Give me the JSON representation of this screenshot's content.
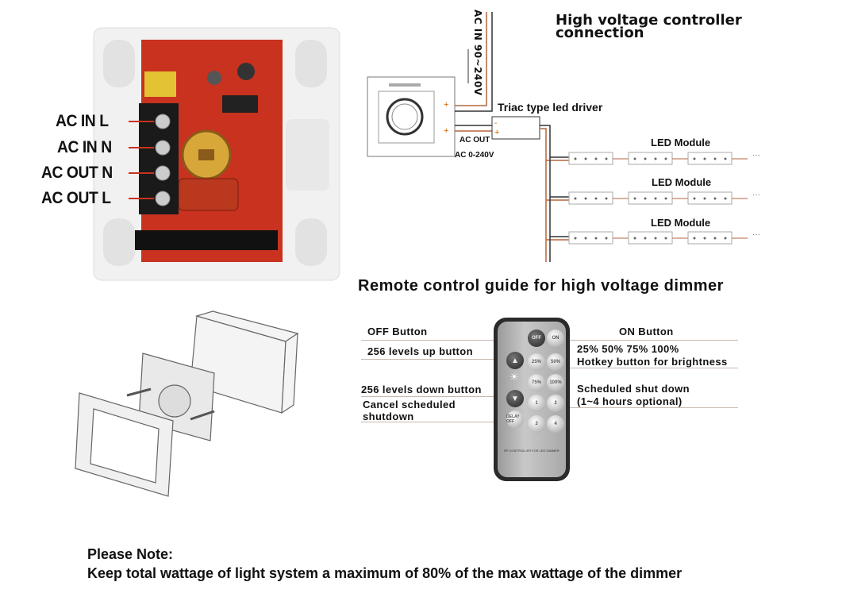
{
  "pcb": {
    "labels": [
      "AC IN L",
      "AC IN N",
      "AC OUT N",
      "AC OUT L"
    ]
  },
  "wiring": {
    "title_line1": "High voltage controller",
    "title_line2": "connection",
    "ac_in": "AC IN 90~240V",
    "driver": "Triac type led driver",
    "ac_out": "AC OUT",
    "ac_out_range": "AC 0-240V",
    "led_modules": [
      "LED Module",
      "LED Module",
      "LED Module"
    ],
    "ellipsis": "···"
  },
  "remote_guide": {
    "heading": "Remote control guide for high voltage dimmer",
    "left_labels": {
      "off": "OFF Button",
      "up": "256 levels up button",
      "down": "256 levels down button",
      "cancel_1": "Cancel scheduled",
      "cancel_2": "shutdown"
    },
    "right_labels": {
      "on": "ON Button",
      "hotkey_1": "25% 50% 75% 100%",
      "hotkey_2": "Hotkey button for brightness",
      "sched_1": "Scheduled  shut  down",
      "sched_2": "(1~4 hours optional)"
    },
    "remote": {
      "off": "OFF",
      "on": "ON",
      "p25": "25%",
      "p50": "50%",
      "p75": "75%",
      "p100": "100%",
      "s1": "1",
      "s2": "2",
      "s3": "3",
      "s4": "4",
      "delay_off": "DELAY OFF",
      "caption": "RF CONTROLLER FOR LED DIMMER"
    }
  },
  "note": {
    "heading": "Please Note:",
    "text": "Keep total wattage of light system a maximum of 80% of the max wattage of the dimmer"
  },
  "colors": {
    "pcb_red": "#c8321e",
    "wire_brown": "#b5653f"
  }
}
